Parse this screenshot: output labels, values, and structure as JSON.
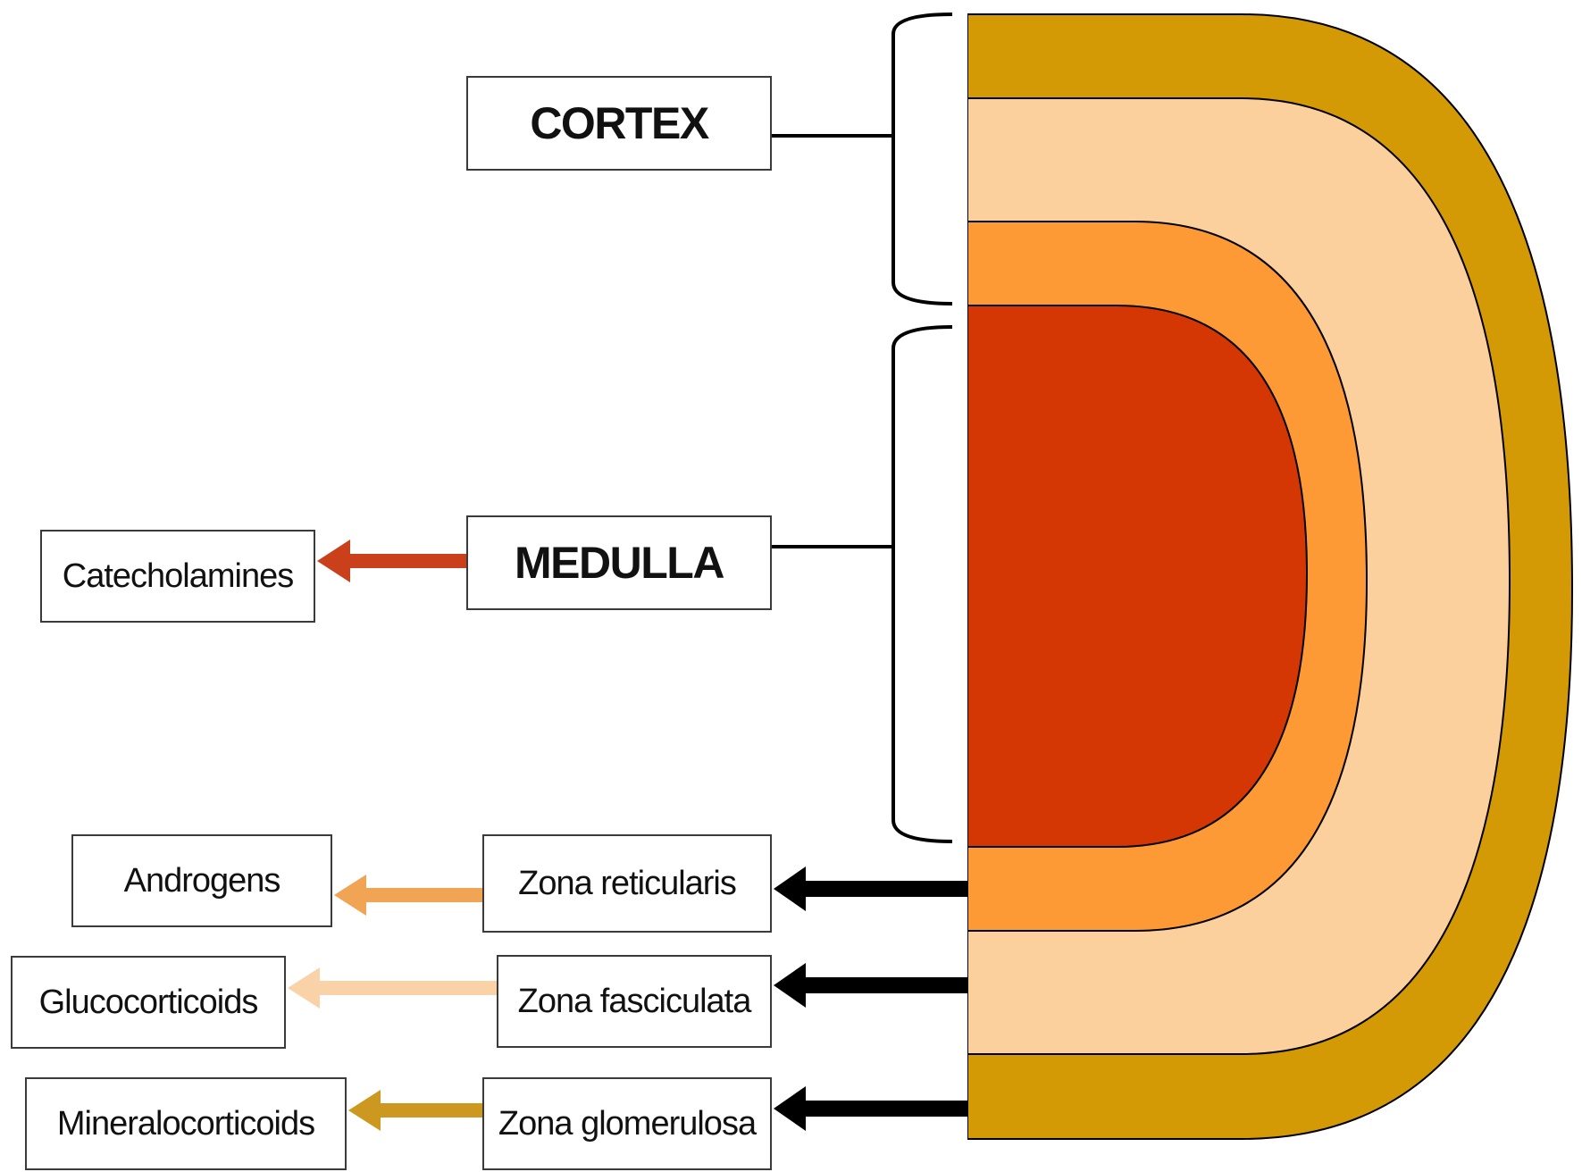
{
  "regions": {
    "cortex": "CORTEX",
    "medulla": "MEDULLA"
  },
  "zones": {
    "reticularis": "Zona reticularis",
    "fasciculata": "Zona fasciculata",
    "glomerulosa": "Zona glomerulosa"
  },
  "hormones": {
    "catecholamines": "Catecholamines",
    "androgens": "Androgens",
    "glucocorticoids": "Glucocorticoids",
    "mineralocorticoids": "Mineralocorticoids"
  },
  "colors": {
    "glomerulosa": "#d49a06",
    "fasciculata": "#fcd09c",
    "reticularis": "#fd9a36",
    "medulla": "#d53704",
    "catecholamine_arrow": "#c9401a",
    "androgen_arrow": "#f2a455",
    "glucocorticoid_arrow": "#f9d2a8",
    "mineralocorticoid_arrow": "#cc9820",
    "line": "#000000"
  }
}
